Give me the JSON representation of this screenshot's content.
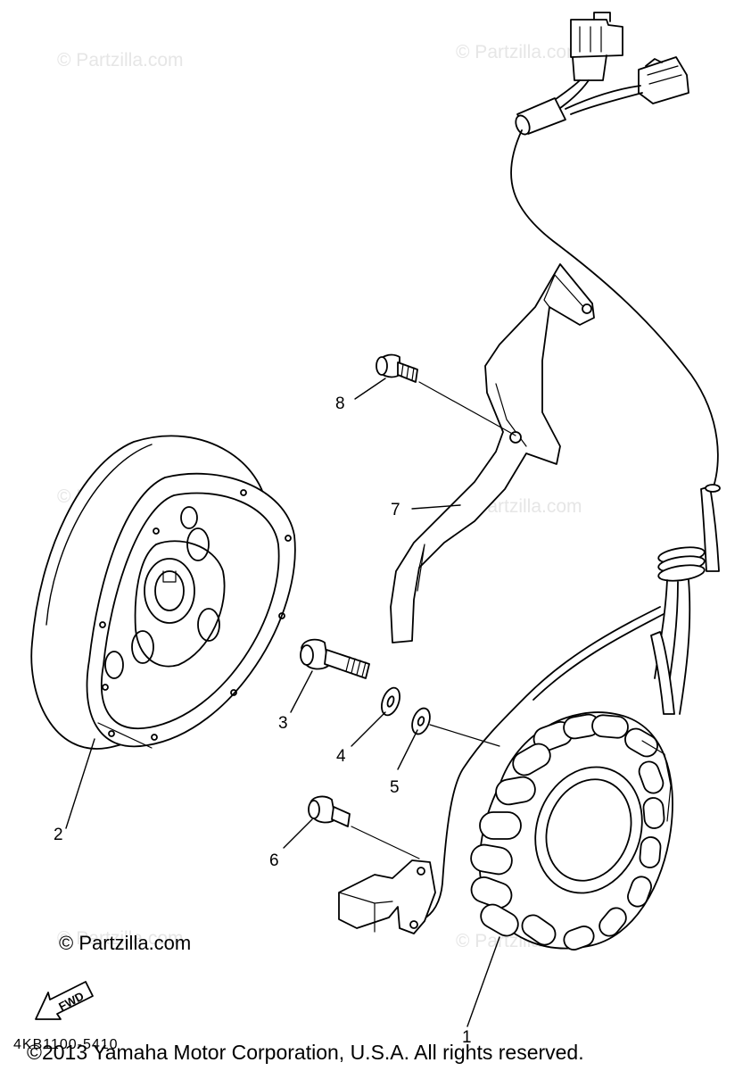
{
  "watermarks": [
    "© Partzilla.com",
    "© Partzilla.com",
    "© Partzilla.com",
    "© Partzilla.com",
    "© Partzilla.com",
    "© Partzilla.com"
  ],
  "callouts": [
    "1",
    "2",
    "3",
    "4",
    "5",
    "6",
    "7",
    "8"
  ],
  "parts": {
    "stator": "stator-assembly",
    "rotor": "flywheel-rotor",
    "bolt_3": "bolt",
    "washer_4": "washer",
    "washer_5": "washer",
    "screw_6": "screw",
    "bracket_7": "lead-wire-bracket",
    "screw_8": "screw",
    "pickup": "pickup-coil",
    "connectors": "coupler-connectors"
  },
  "brand_text": "© Partzilla.com",
  "fwd_label": "FWD",
  "diagram_code": "4KB1100-5410",
  "copyright": "©2013 Yamaha Motor Corporation, U.S.A. All rights reserved."
}
